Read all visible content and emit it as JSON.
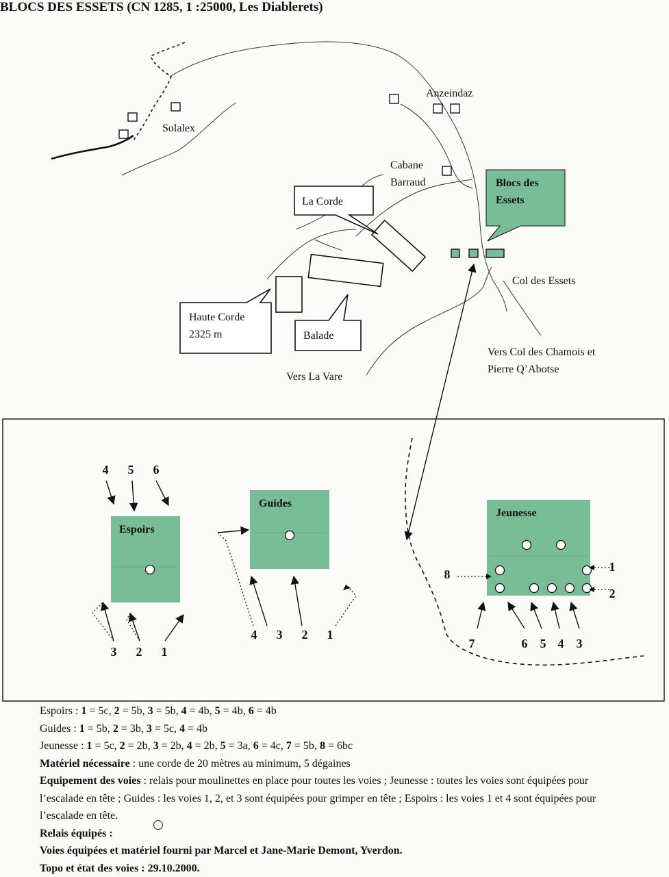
{
  "title": "BLOCS DES ESSETS (CN 1285, 1 :25000, Les Diablerets)",
  "map": {
    "places": {
      "solalex": "Solalex",
      "anzeindaz": "Anzeindaz",
      "cabane_line1": "Cabane",
      "cabane_line2": "Barraud",
      "col_des_essets": "Col des Essets",
      "vers_chamois_line1": "Vers Col des Chamois et",
      "vers_chamois_line2": "Pierre Q’Abotse",
      "vers_la_vare": "Vers La Vare"
    },
    "callouts": {
      "la_corde": "La Corde",
      "haute_corde_line1": "Haute Corde",
      "haute_corde_line2": "2325 m",
      "balade": "Balade",
      "blocs_line1": "Blocs des",
      "blocs_line2": "Essets"
    },
    "colors": {
      "green": "#79bd96",
      "ink": "#1a1a1a"
    }
  },
  "blocks": {
    "espoirs": {
      "name": "Espoirs",
      "top_numbers": [
        "4",
        "5",
        "6"
      ],
      "bottom_numbers": [
        "3",
        "2",
        "1"
      ]
    },
    "guides": {
      "name": "Guides",
      "bottom_numbers": [
        "4",
        "3",
        "2",
        "1"
      ]
    },
    "jeunesse": {
      "name": "Jeunesse",
      "left_number": "8",
      "right_numbers": [
        "1",
        "2"
      ],
      "bottom_numbers": [
        "7",
        "6",
        "5",
        "4",
        "3"
      ]
    }
  },
  "legend": {
    "espoirs_label": "Espoirs : ",
    "espoirs_grades": [
      [
        "1",
        "5c"
      ],
      [
        "2",
        "5b"
      ],
      [
        "3",
        "5b"
      ],
      [
        "4",
        "4b"
      ],
      [
        "5",
        "4b"
      ],
      [
        "6",
        "4b"
      ]
    ],
    "guides_label": "Guides : ",
    "guides_grades": [
      [
        "1",
        "5b"
      ],
      [
        "2",
        "3b"
      ],
      [
        "3",
        "5c"
      ],
      [
        "4",
        "4b"
      ]
    ],
    "jeunesse_label": "Jeunesse : ",
    "jeunesse_grades": [
      [
        "1",
        "5c"
      ],
      [
        "2",
        "2b"
      ],
      [
        "3",
        "2b"
      ],
      [
        "4",
        "2b"
      ],
      [
        "5",
        "3a"
      ],
      [
        "6",
        "4c"
      ],
      [
        "7",
        "5b"
      ],
      [
        "8",
        "6bc"
      ]
    ],
    "materiel_label": "Matériel nécessaire",
    "materiel_text": " : une corde de 20 mètres au minimum, 5 dégaines",
    "equipement_label": "Equipement des voies",
    "equipement_text": " : relais pour moulinettes en place pour toutes les voies ; Jeunesse : toutes les voies sont équipées pour l’escalade en tête ; Guides : les voies 1, 2, et 3 sont équipées pour grimper en tête ; Espoirs : les voies 1 et 4 sont équipées pour l’escalade en tête.",
    "relais": "Relais équipés :",
    "credits": "Voies équipées et matériel fourni par Marcel et Jane-Marie Demont, Yverdon.",
    "topo": "Topo et état des voies : 29.10.2000."
  }
}
